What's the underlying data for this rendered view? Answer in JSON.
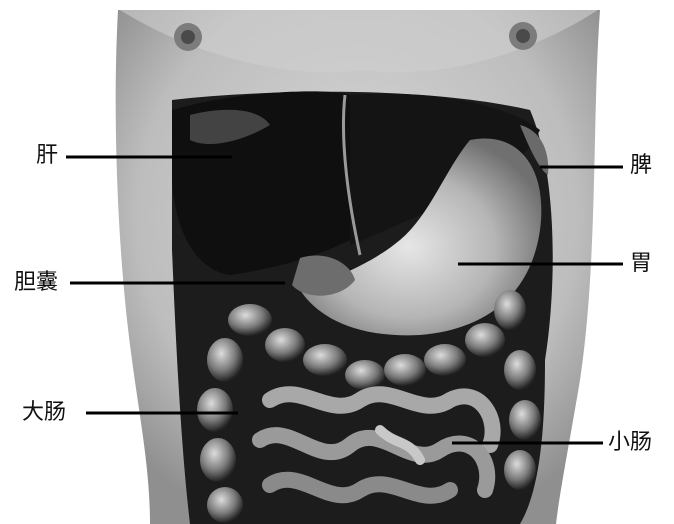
{
  "labels": {
    "liver": "肝",
    "gallbladder": "胆囊",
    "large_intestine": "大肠",
    "spleen": "脾",
    "stomach": "胃",
    "small_intestine": "小肠"
  }
}
